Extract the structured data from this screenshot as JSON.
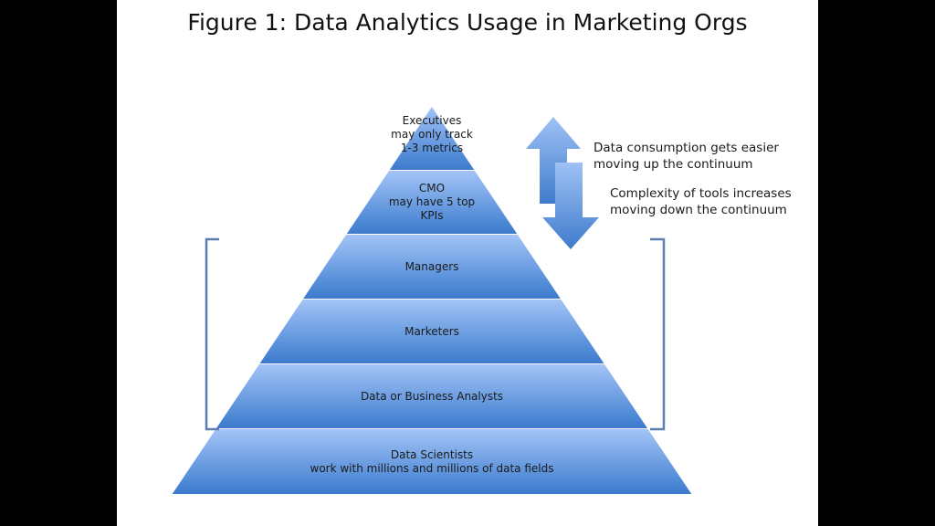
{
  "title": "Figure 1: Data Analytics Usage in Marketing Orgs",
  "pyramid_levels": [
    {
      "label": "Executives\nmay only track\n1-3 metrics"
    },
    {
      "label": "CMO\nmay have 5 top\nKPIs"
    },
    {
      "label": "Managers"
    },
    {
      "label": "Marketers"
    },
    {
      "label": "Data or Business Analysts"
    },
    {
      "label": "Data Scientists\nwork with millions and millions of data fields"
    }
  ],
  "annotations": {
    "up": "Data consumption gets easier\nmoving up the continuum",
    "down": "Complexity of tools increases\nmoving down the continuum"
  },
  "colors": {
    "light": "#a3c4f7",
    "dark": "#3d7acb",
    "bracket": "#5a7fb0"
  }
}
